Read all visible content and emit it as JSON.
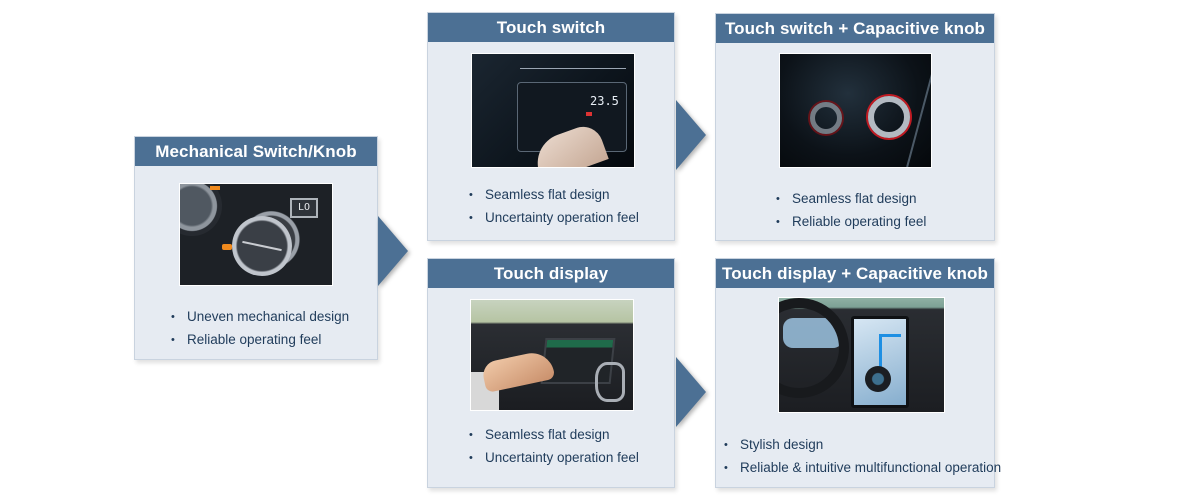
{
  "colors": {
    "header_bg": "#4c7094",
    "card_bg": "#e6ebf2",
    "card_border": "#c9d3df",
    "bullet_text": "#1f3b5a",
    "arrow": "#4c7094"
  },
  "cards": {
    "mechanical": {
      "title": "Mechanical Switch/Knob",
      "image": "car-climate-control-knob-photo",
      "bullets": [
        "Uneven mechanical design",
        "Reliable operating feel"
      ]
    },
    "touch_switch": {
      "title": "Touch switch",
      "image": "finger-on-touch-climate-panel-photo",
      "bullets": [
        "Seamless flat design",
        "Uncertainty  operation feel"
      ]
    },
    "touch_switch_knob": {
      "title": "Touch switch + Capacitive knob",
      "image": "dark-dashboard-capacitive-knob-photo",
      "bullets": [
        "Seamless flat design",
        "Reliable operating feel"
      ]
    },
    "touch_display": {
      "title": "Touch display",
      "image": "hand-touching-infotainment-screen-photo",
      "bullets": [
        "Seamless flat design",
        "Uncertainty  operation feel"
      ]
    },
    "touch_display_knob": {
      "title": "Touch display + Capacitive knob",
      "image": "vertical-touch-display-with-knob-photo",
      "bullets": [
        "Stylish design",
        "Reliable & intuitive multifunctional  operation"
      ]
    }
  },
  "photo_overlays": {
    "lo_label": "LO",
    "temperature": "23.5"
  },
  "arrows": [
    "arrow-mechanical-to-touch",
    "arrow-touch-switch-to-knob",
    "arrow-touch-display-to-knob"
  ]
}
